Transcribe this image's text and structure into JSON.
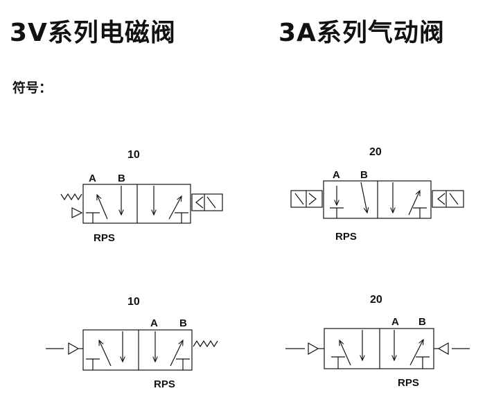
{
  "header": {
    "left_title": "3V系列电磁阀",
    "right_title": "3A系列气动阀",
    "symbol_label": "符号："
  },
  "symbols": [
    {
      "code": "10",
      "port_a": "A",
      "port_b": "B",
      "exhaust_label": "RPS"
    },
    {
      "code": "20",
      "port_a": "A",
      "port_b": "B",
      "exhaust_label": "RPS"
    },
    {
      "code": "10",
      "port_a": "A",
      "port_b": "B",
      "exhaust_label": "RPS"
    },
    {
      "code": "20",
      "port_a": "A",
      "port_b": "B",
      "exhaust_label": "RPS"
    }
  ]
}
